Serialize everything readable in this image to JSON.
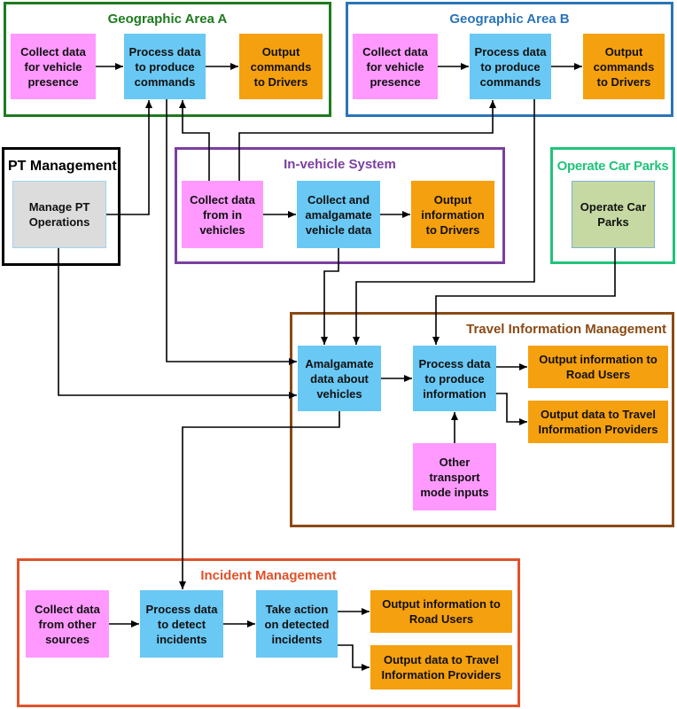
{
  "groups": {
    "geo_a": "Geographic Area A",
    "geo_b": "Geographic Area B",
    "pt": "PT Management",
    "invehicle": "In-vehicle System",
    "carparks": "Operate Car Parks",
    "travel": "Travel Information Management",
    "incident": "Incident Management"
  },
  "boxes": {
    "a_collect": "Collect data\nfor vehicle\npresence",
    "a_process": "Process data\nto produce\ncommands",
    "a_output": "Output\ncommands\nto Drivers",
    "b_collect": "Collect data\nfor vehicle\npresence",
    "b_process": "Process data\nto produce\ncommands",
    "b_output": "Output\ncommands\nto Drivers",
    "pt_manage": "Manage PT\nOperations",
    "iv_collect": "Collect data\nfrom in\nvehicles",
    "iv_amalgamate": "Collect and\namalgamate\nvehicle data",
    "iv_output": "Output\ninformation\nto Drivers",
    "cp_operate": "Operate Car\nParks",
    "ti_amalgamate": "Amalgamate\ndata about\nvehicles",
    "ti_process": "Process data\nto produce\ninformation",
    "ti_out_road": "Output information to\nRoad Users",
    "ti_out_providers": "Output data to Travel\nInformation Providers",
    "ti_other": "Other\ntransport\nmode inputs",
    "im_collect": "Collect data\nfrom other\nsources",
    "im_process": "Process data\nto detect\nincidents",
    "im_action": "Take action\non detected\nincidents",
    "im_out_road": "Output information to\nRoad Users",
    "im_out_providers": "Output data to Travel\nInformation Providers"
  },
  "colors": {
    "geo_a": "#1f7a1f",
    "geo_b": "#2a74b8",
    "pt": "#000000",
    "invehicle": "#7b3fa0",
    "carparks": "#1fc47a",
    "travel": "#8a4a14",
    "incident": "#e0522a",
    "collect": "#ff99ff",
    "process": "#69c8f4",
    "output": "#f5a00e"
  }
}
